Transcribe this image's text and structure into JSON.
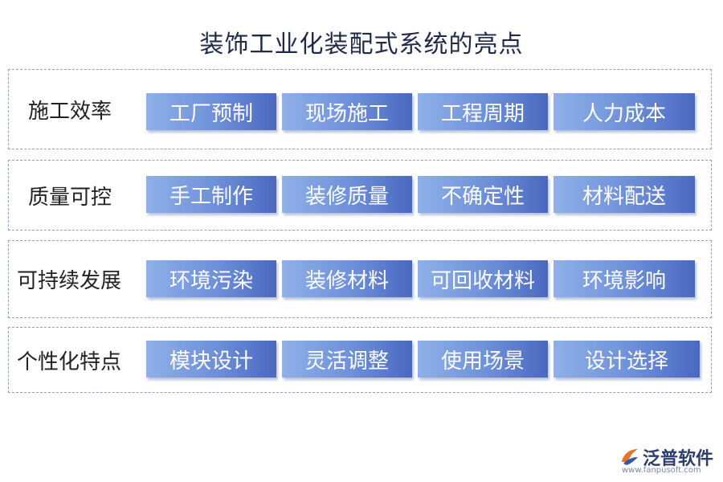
{
  "title": "装饰工业化装配式系统的亮点",
  "rows": [
    {
      "label": "施工效率",
      "items": [
        "工厂预制",
        "现场施工",
        "工程周期",
        "人力成本"
      ]
    },
    {
      "label": "质量可控",
      "items": [
        "手工制作",
        "装修质量",
        "不确定性",
        "材料配送"
      ]
    },
    {
      "label": "可持续发展",
      "items": [
        "环境污染",
        "装修材料",
        "可回收材料",
        "环境影响"
      ]
    },
    {
      "label": "个性化特点",
      "items": [
        "模块设计",
        "灵活调整",
        "使用场景",
        "设计选择"
      ]
    }
  ],
  "logo": {
    "name": "泛普软件",
    "url": "www.fanpusoft.com"
  },
  "colors": {
    "tag_light": "#8fb0e8",
    "tag_dark": "#4a68c0",
    "border": "#8aa1c4",
    "title": "#1f2a4a"
  }
}
